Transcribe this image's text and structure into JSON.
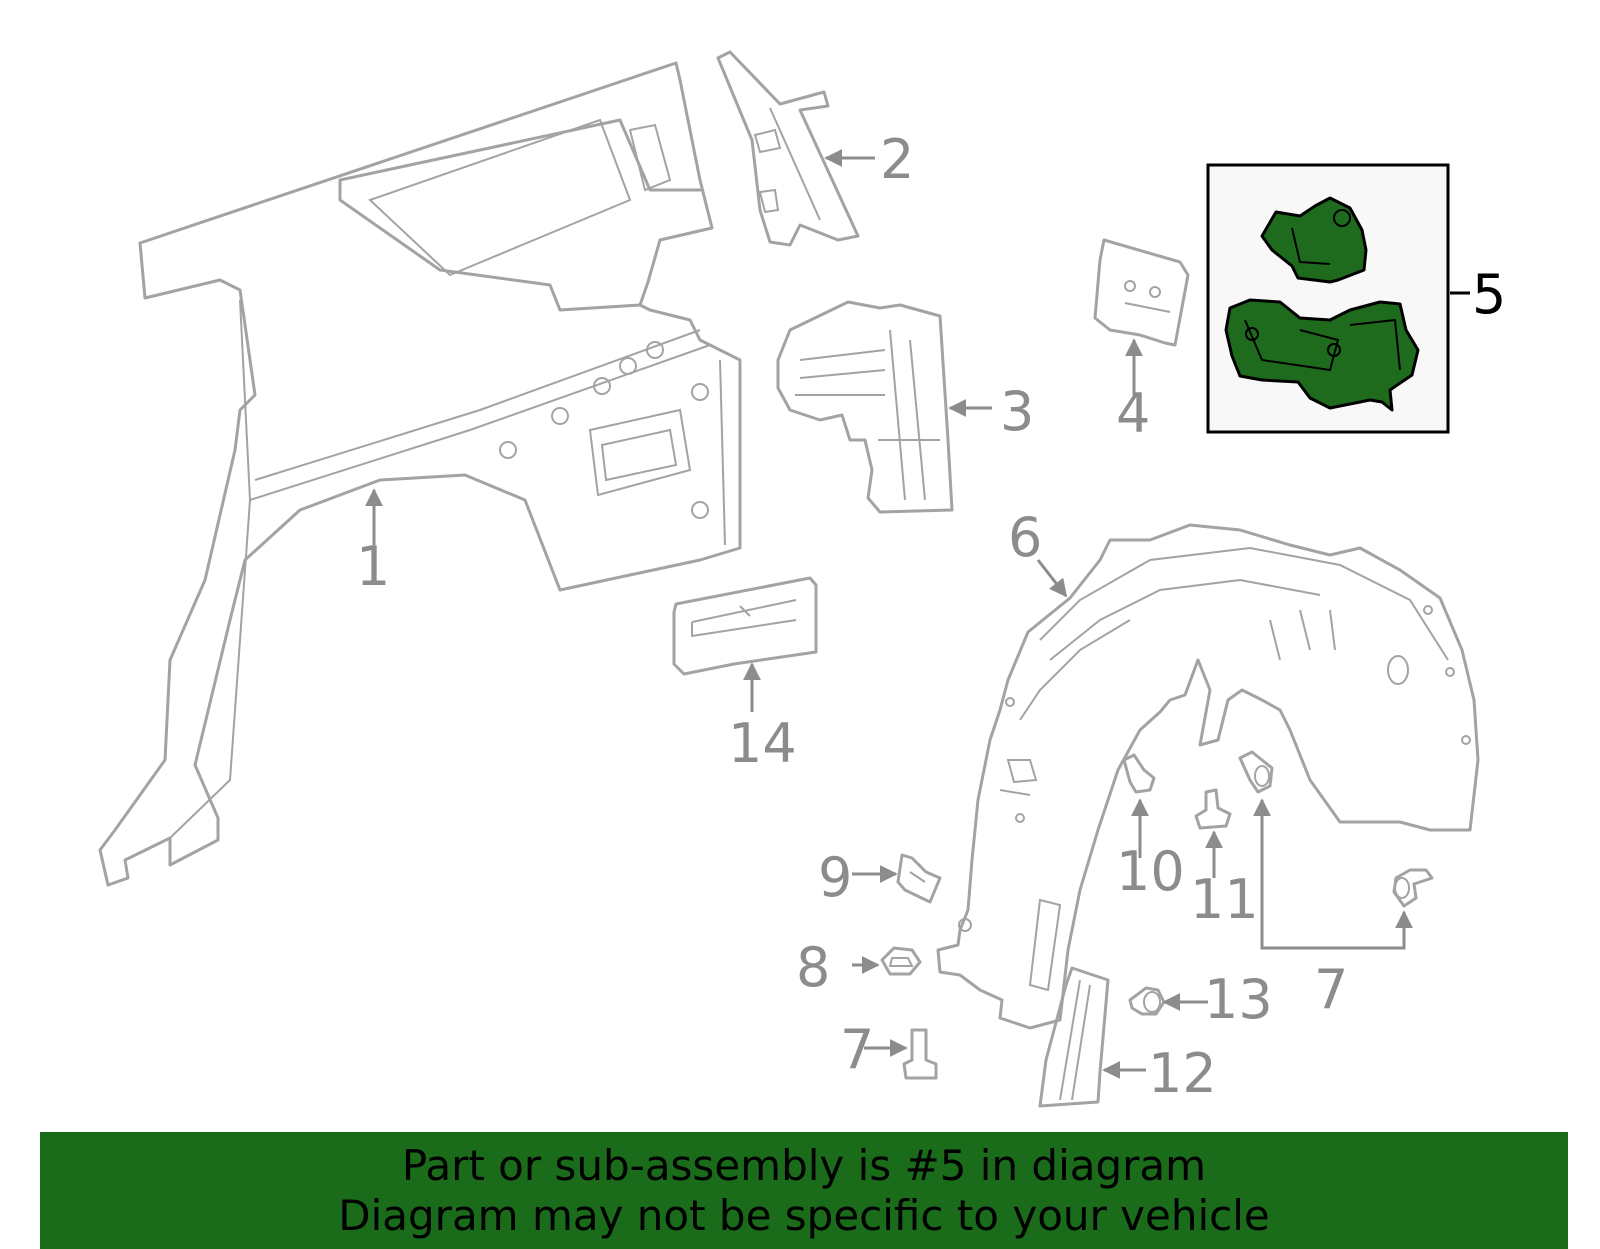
{
  "callouts": {
    "c1": "1",
    "c2": "2",
    "c3": "3",
    "c4": "4",
    "c5": "5",
    "c6": "6",
    "c7a": "7",
    "c7b": "7",
    "c8": "8",
    "c9": "9",
    "c10": "10",
    "c11": "11",
    "c12": "12",
    "c13": "13",
    "c14": "14"
  },
  "highlight": {
    "part_number": "5",
    "fill_color": "#1e6b1e"
  },
  "notice": {
    "line1": "Part or sub-assembly is #5 in diagram",
    "line2": "Diagram may not be specific to your vehicle",
    "background": "#1a6b1a"
  }
}
